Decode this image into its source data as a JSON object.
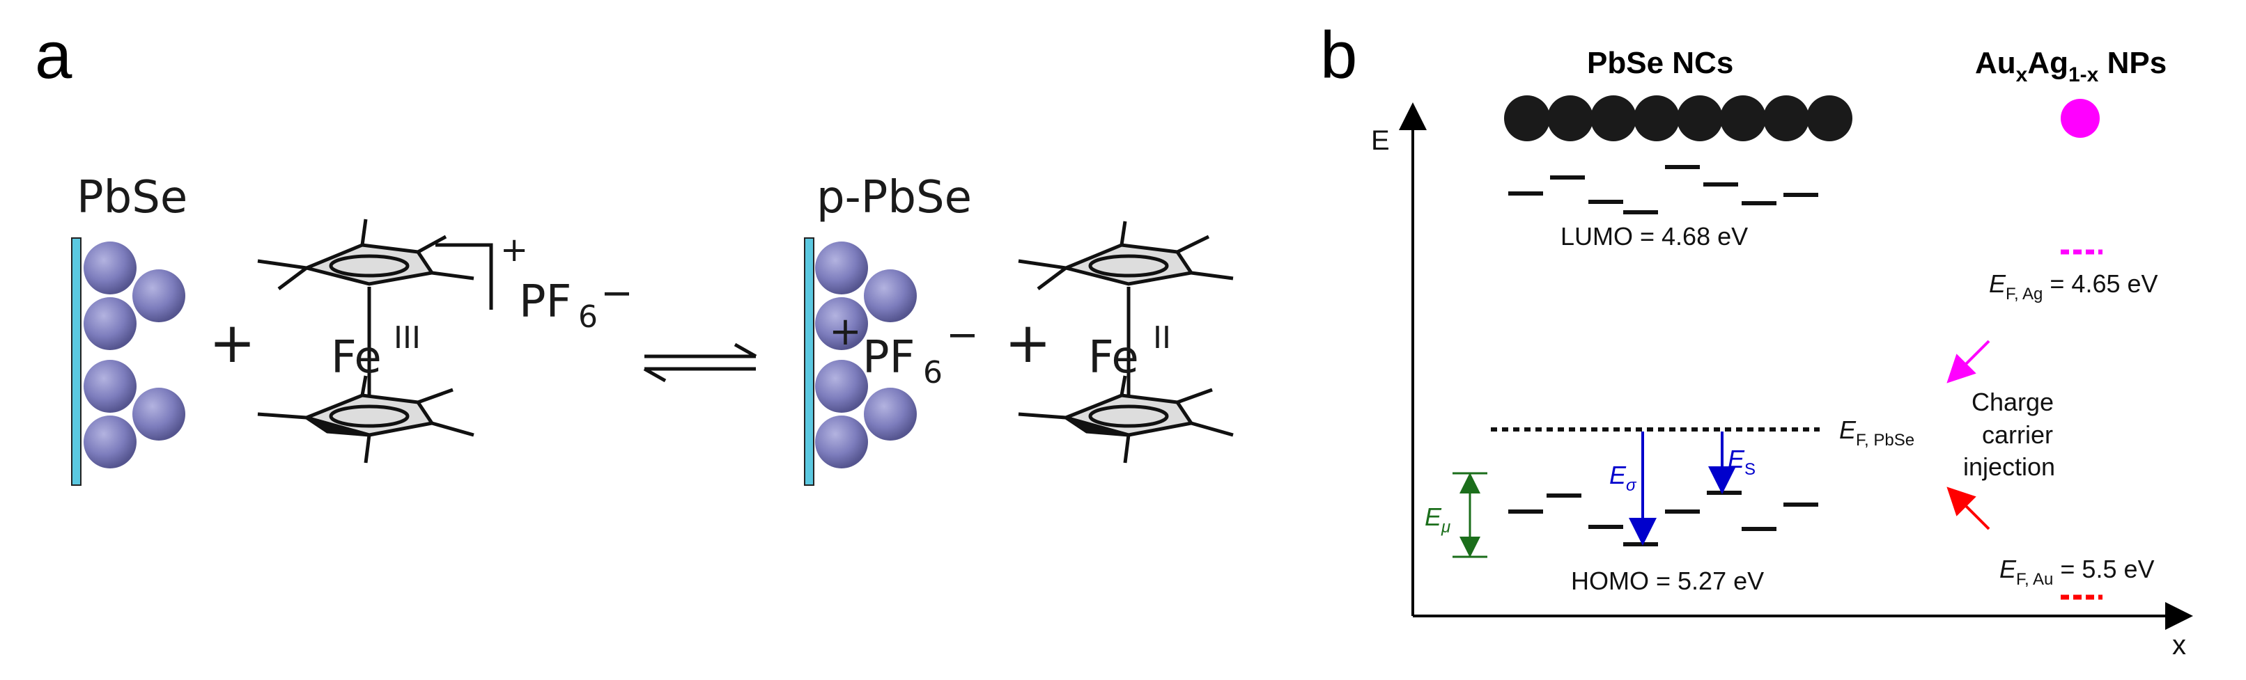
{
  "panel_a": {
    "label": "a",
    "left_title": "PbSe",
    "right_title": "p-PbSe",
    "plus": "+",
    "equilibrium": "⇌",
    "left_fe": "Fe",
    "left_ox": "III",
    "left_pf": "PF",
    "left_pf_sub": "6",
    "left_pf_charge": "−",
    "cation_charge": "+",
    "right_plus": "+",
    "right_pf": "PF",
    "right_pf_sub": "6",
    "right_pf_charge": "−",
    "right_fe": "Fe",
    "right_ox": "II"
  },
  "panel_b": {
    "label": "b",
    "axis_y": "E",
    "axis_x": "x",
    "pbse_title": "PbSe NCs",
    "auag_title": {
      "a": "Au",
      "x": "x",
      "b": "Ag",
      "sub": "1-x",
      "c": " NPs"
    },
    "lumo": "LUMO = 4.68 eV",
    "homo": "HOMO = 5.27 eV",
    "ef_pbse": {
      "main": "E",
      "sub": "F, PbSe"
    },
    "ef_ag": {
      "main": "E",
      "sub": "F, Ag",
      "val": " = 4.65 eV"
    },
    "ef_au": {
      "main": "E",
      "sub": "F, Au",
      "val": " = 5.5 eV"
    },
    "charge_lines": [
      "Charge",
      "carrier",
      "injection"
    ],
    "e_sigma": {
      "main": "E",
      "sub": "σ"
    },
    "e_s": {
      "main": "E",
      "sub": "S"
    },
    "e_mu": {
      "main": "E",
      "sub": "μ"
    },
    "colors": {
      "magenta": "#ff00ff",
      "red": "#ff0000",
      "blue": "#0000cc",
      "green": "#1b6e1b",
      "sphere": "#7d7dbd",
      "substrate": "#5bc8e0"
    }
  }
}
